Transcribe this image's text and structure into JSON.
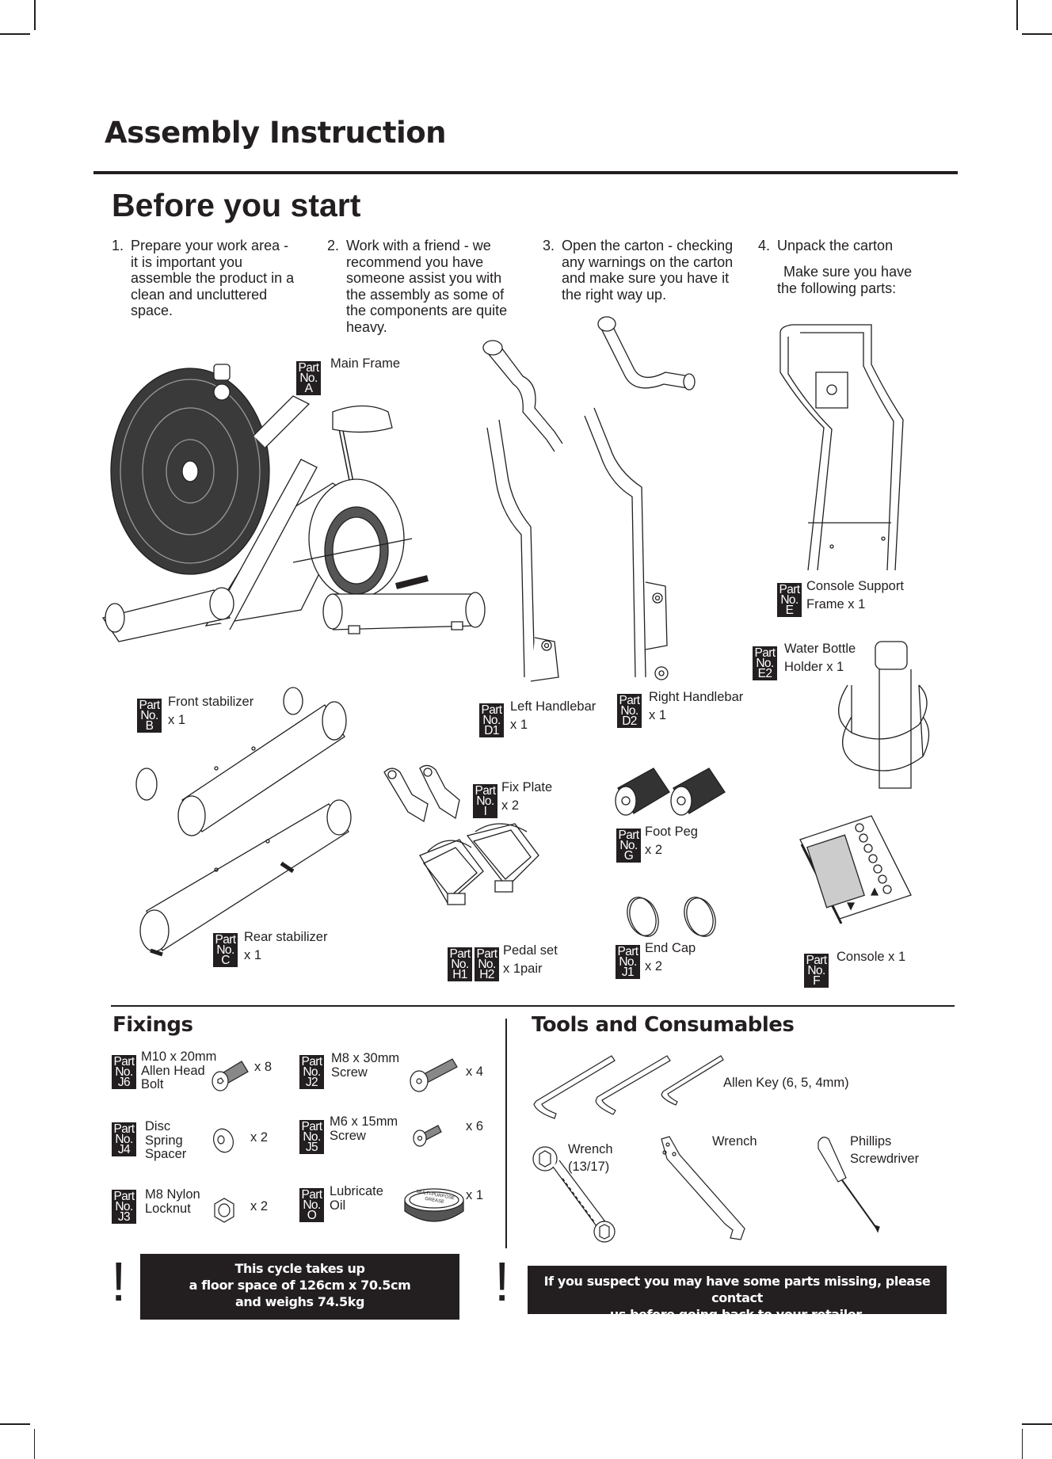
{
  "header": {
    "title": "Assembly Instruction",
    "subtitle": "Before you start"
  },
  "steps": [
    {
      "num": "1.",
      "text": "Prepare your work area - it is important you assemble the product in a clean and uncluttered space."
    },
    {
      "num": "2.",
      "text": "Work with a friend - we recommend you have someone assist you with the assembly as some of the components are quite heavy."
    },
    {
      "num": "3.",
      "text": "Open the carton - checking any warnings on the carton and make sure you have it the right way up."
    },
    {
      "num": "4.",
      "text": "Unpack the carton",
      "subtext": "Make sure you have the following parts:"
    }
  ],
  "badge_words": {
    "part": "Part",
    "no": "No."
  },
  "parts": [
    {
      "id": "A",
      "name": "Main Frame",
      "qty": ""
    },
    {
      "id": "B",
      "name": "Front stabilizer",
      "qty": "x 1"
    },
    {
      "id": "C",
      "name": "Rear stabilizer",
      "qty": "x 1"
    },
    {
      "id": "D1",
      "name": "Left Handlebar",
      "qty": "x 1"
    },
    {
      "id": "D2",
      "name": "Right Handlebar",
      "qty": "x 1"
    },
    {
      "id": "E",
      "name": "Console Support",
      "qty": "Frame x 1"
    },
    {
      "id": "E2",
      "name": "Water Bottle",
      "qty": "Holder x 1"
    },
    {
      "id": "F",
      "name": "Console x 1",
      "qty": ""
    },
    {
      "id": "G",
      "name": "Foot Peg",
      "qty": "x 2"
    },
    {
      "id": "I",
      "name": "Fix Plate",
      "qty": "x 2"
    },
    {
      "id": "H1",
      "id2": "H2",
      "name": "Pedal set",
      "qty": "x 1pair"
    },
    {
      "id": "J1",
      "name": "End Cap",
      "qty": "x 2"
    }
  ],
  "fixings": {
    "title": "Fixings",
    "items": [
      {
        "id": "J6",
        "name": "M10 x 20mm Allen Head Bolt",
        "lines": [
          "M10 x 20mm",
          "Allen Head",
          "Bolt"
        ],
        "qty": "x 8"
      },
      {
        "id": "J4",
        "name": "Disc Spring Spacer",
        "lines": [
          "Disc",
          "Spring",
          "Spacer"
        ],
        "qty": "x 2"
      },
      {
        "id": "J3",
        "name": "M8 Nylon Locknut",
        "lines": [
          "M8 Nylon",
          "Locknut"
        ],
        "qty": "x 2"
      },
      {
        "id": "J2",
        "name": "M8 x 30mm Screw",
        "lines": [
          "M8 x 30mm",
          "Screw"
        ],
        "qty": "x 4"
      },
      {
        "id": "J5",
        "name": "M6 x 15mm Screw",
        "lines": [
          "M6 x 15mm",
          "Screw"
        ],
        "qty": "x 6"
      },
      {
        "id": "O",
        "name": "Lubricate Oil",
        "lines": [
          "Lubricate",
          "Oil"
        ],
        "qty": "x 1",
        "tub_text": "MULTI-PURPOSE GREASE"
      }
    ]
  },
  "tools": {
    "title": "Tools and Consumables",
    "items": [
      {
        "name": "Allen Key (6, 5, 4mm)"
      },
      {
        "name": "Wrench (13/17)",
        "lines": [
          "Wrench",
          "(13/17)"
        ]
      },
      {
        "name": "Wrench"
      },
      {
        "name": "Phillips Screwdriver",
        "lines": [
          "Phillips",
          "Screwdriver"
        ]
      }
    ]
  },
  "notices": [
    {
      "icon": "exclamation-icon",
      "mark": "!",
      "lines": [
        "This cycle takes up",
        "a floor space of 126cm x 70.5cm",
        "and weighs 74.5kg"
      ]
    },
    {
      "icon": "exclamation-icon",
      "mark": "!",
      "lines": [
        "If you suspect you may have some parts missing, please contact",
        "us before going back to your retailer."
      ]
    }
  ],
  "colors": {
    "ink": "#231f20",
    "paper": "#ffffff"
  }
}
